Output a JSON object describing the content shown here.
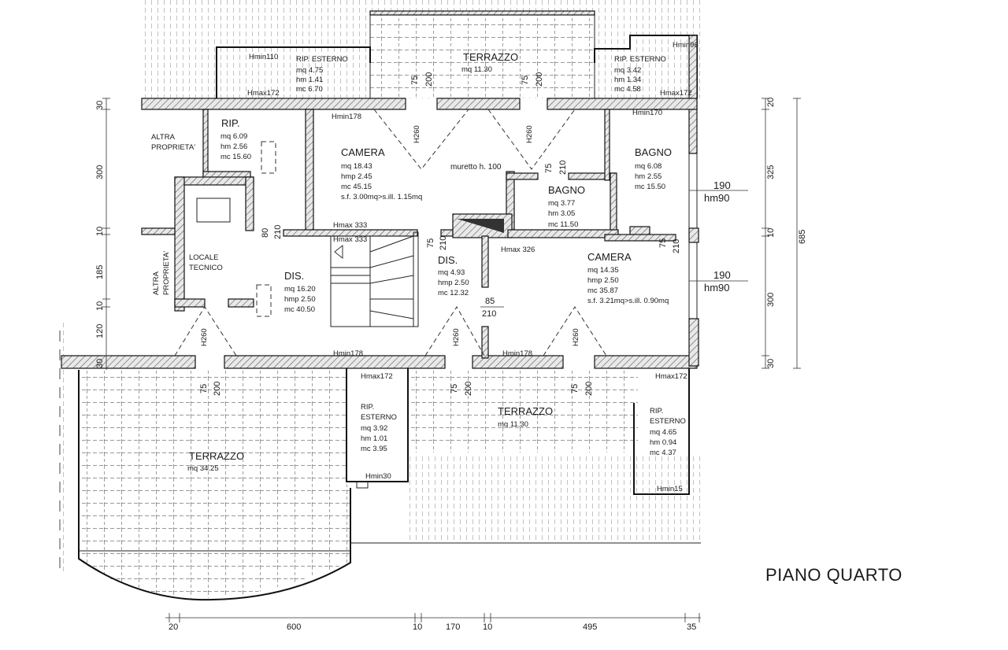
{
  "title": "PIANO QUARTO",
  "rooms": {
    "terrazzo_top": {
      "name": "TERRAZZO",
      "l1": "mq 11.30"
    },
    "rip_est_top_left": {
      "name": "RIP. ESTERNO",
      "l1": "mq 4.75",
      "l2": "hm 1.41",
      "l3": "mc 6.70",
      "hmin": "Hmin110",
      "hmax": "Hmax172"
    },
    "rip_est_top_right": {
      "name": "RIP. ESTERNO",
      "l1": "mq 3.42",
      "l2": "hm 1.34",
      "l3": "mc 4.58",
      "hmin": "Hmin96",
      "hmax": "Hmax172"
    },
    "rip": {
      "name": "RIP.",
      "l1": "mq 6.09",
      "l2": "hm 2.56",
      "l3": "mc 15.60"
    },
    "altra1": {
      "l1": "ALTRA",
      "l2": "PROPRIETA'"
    },
    "altra2": {
      "l1": "ALTRA",
      "l2": "PROPRIETA'"
    },
    "camera1": {
      "name": "CAMERA",
      "l1": "mq 18.43",
      "l2": "hmp 2.45",
      "l3": "mc 45.15",
      "l4": "s.f. 3.00mq>s.ill. 1.15mq"
    },
    "bagno1": {
      "name": "BAGNO",
      "l1": "mq 6.08",
      "l2": "hm 2.55",
      "l3": "mc 15.50"
    },
    "bagno2": {
      "name": "BAGNO",
      "l1": "mq 3.77",
      "l2": "hm 3.05",
      "l3": "mc 11.50"
    },
    "locale": {
      "l1": "LOCALE",
      "l2": "TECNICO"
    },
    "dis1": {
      "name": "DIS.",
      "l1": "mq 16.20",
      "l2": "hmp 2.50",
      "l3": "mc 40.50"
    },
    "dis2": {
      "name": "DIS.",
      "l1": "mq 4.93",
      "l2": "hmp 2.50",
      "l3": "mc 12.32"
    },
    "camera2": {
      "name": "CAMERA",
      "l1": "mq 14.35",
      "l2": "hmp 2.50",
      "l3": "mc 35.87",
      "l4": "s.f. 3.21mq>s.ill. 0.90mq"
    },
    "terrazzo_big": {
      "name": "TERRAZZO",
      "l1": "mq 34.25"
    },
    "terrazzo_bottom": {
      "name": "TERRAZZO",
      "l1": "mq 11.30"
    },
    "rip_est_bottom_mid": {
      "l0": "RIP.",
      "l1": "ESTERNO",
      "l2": "mq 3.92",
      "l3": "hm 1.01",
      "l4": "mc 3.95",
      "hmin": "Hmin30",
      "hmax": "Hmax172"
    },
    "rip_est_bottom_right": {
      "l0": "RIP.",
      "l1": "ESTERNO",
      "l2": "mq 4.65",
      "l3": "hm 0.94",
      "l4": "mc 4.37",
      "hmin": "Hmin15",
      "hmax": "Hmax172"
    }
  },
  "heights": {
    "hmin178_a": "Hmin178",
    "hmin170": "Hmin170",
    "hmax333_a": "Hmax 333",
    "hmax333_b": "Hmax 333",
    "hmax326": "Hmax 326",
    "hmin178_b": "Hmin178",
    "hmin178_c": "Hmin178",
    "muretto": "muretto h. 100"
  },
  "openings": {
    "d75": "75",
    "d200": "200",
    "d210": "210",
    "d80": "80",
    "d85": "85",
    "h260": "H260",
    "w190": "190",
    "hm90": "hm90"
  },
  "dims_left": [
    "30",
    "300",
    "10",
    "185",
    "10",
    "120",
    "30"
  ],
  "dims_right": [
    "20",
    "325",
    "10",
    "300",
    "30",
    "685"
  ],
  "dims_bottom": [
    "20",
    "600",
    "10",
    "170",
    "10",
    "495",
    "35"
  ]
}
